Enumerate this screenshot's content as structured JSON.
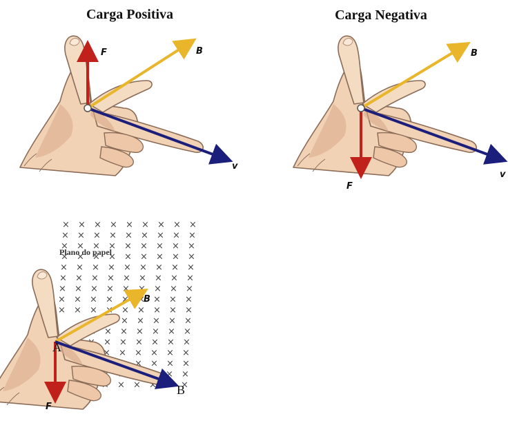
{
  "panels": {
    "positive": {
      "title": "Carga Positiva",
      "labels": {
        "F": "F",
        "B": "B",
        "v": "v"
      }
    },
    "negative": {
      "title": "Carga Negativa",
      "labels": {
        "F": "F",
        "B": "B",
        "v": "v"
      }
    },
    "plane": {
      "plane_label": "Plano do papel",
      "mark_glyph": "×",
      "labels": {
        "F": "F",
        "B_small": "B",
        "A": "A",
        "B_big": "B"
      }
    }
  },
  "colors": {
    "force": "#c0221b",
    "field": "#e9b52a",
    "velocity": "#1c1e7c",
    "skin": "#f1d2b5",
    "skin_shadow": "#dba88b",
    "outline": "#8a6b57"
  }
}
